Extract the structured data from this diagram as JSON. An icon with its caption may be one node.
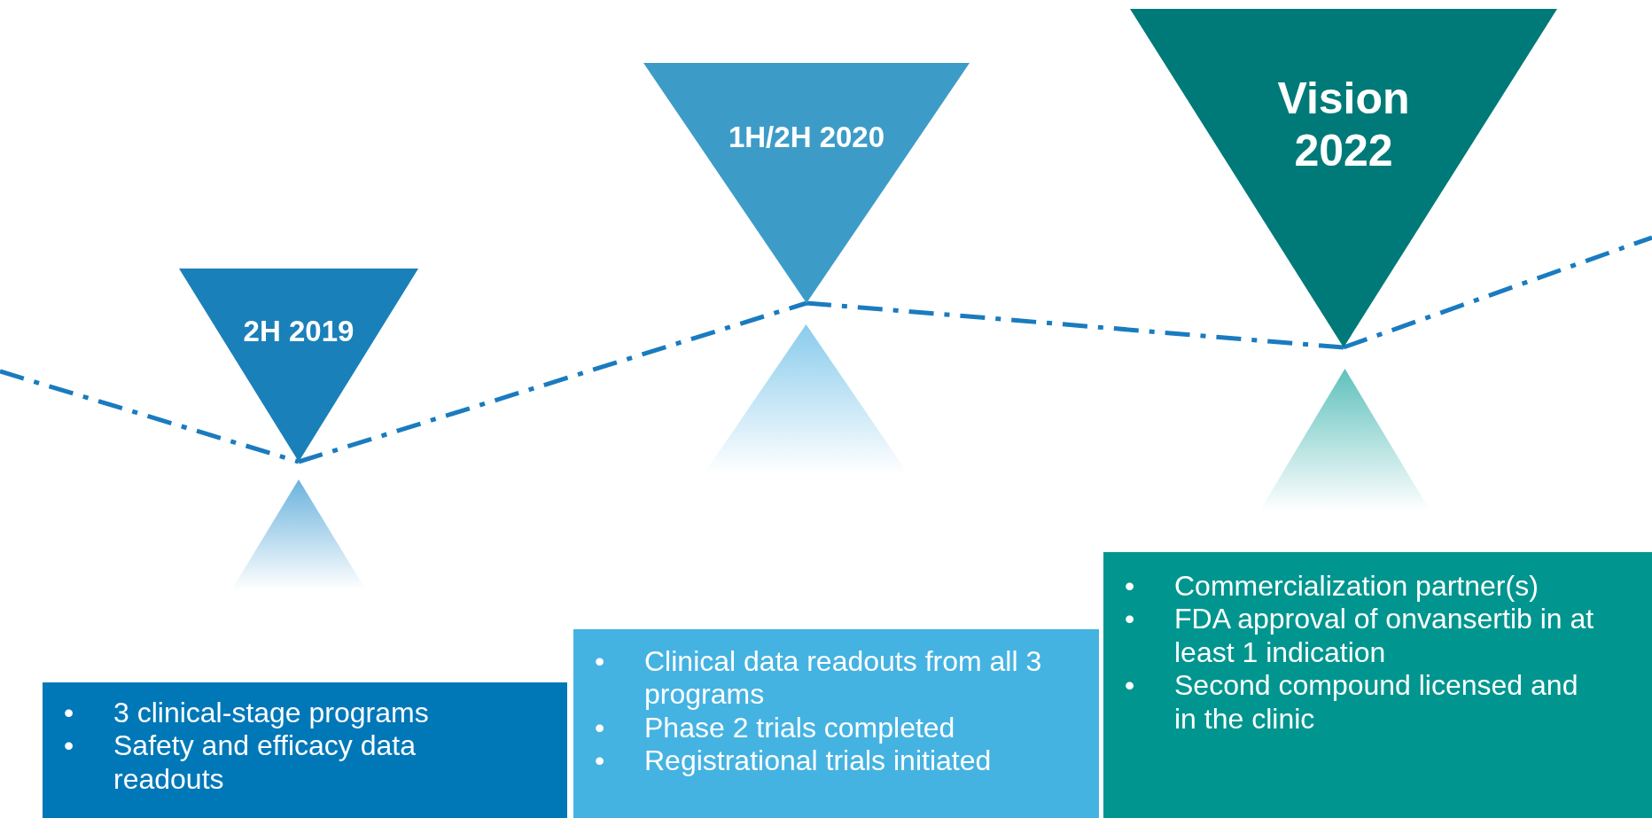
{
  "diagram": {
    "nodes": [
      {
        "text": [
          "2H 2019"
        ]
      },
      {
        "text": [
          "1H/2H 2020"
        ]
      },
      {
        "text": [
          "Vision 2022"
        ]
      },
      {
        "text": [
          "3 clinical-stage programs",
          "Safety and efficacy data readouts"
        ]
      },
      {
        "text": [
          "Clinical data readouts from all 3 programs",
          "Phase 2 trials completed",
          "Registrational trials initiated"
        ]
      },
      {
        "text": [
          "Commercialization partner(s)",
          "FDA approval of onvansertib in at least 1 indication",
          "Second compound licensed and in the clinic"
        ]
      },
      {
        "text": [],
        "shape": "triangle"
      },
      {
        "text": [],
        "shape": "triangle"
      },
      {
        "text": [],
        "shape": "triangle"
      }
    ],
    "edges": [
      {
        "from": null,
        "to": 0,
        "arrow": "none",
        "style": "dashed"
      },
      {
        "from": 0,
        "to": 1,
        "arrow": "none",
        "style": "dashed"
      },
      {
        "from": 1,
        "to": 2,
        "arrow": "none",
        "style": "dashed"
      },
      {
        "from": 2,
        "to": null,
        "arrow": "none",
        "style": "dashed"
      }
    ],
    "labels": [
      "•",
      "•",
      "•",
      "•",
      "•",
      "•",
      "•",
      "•"
    ]
  }
}
